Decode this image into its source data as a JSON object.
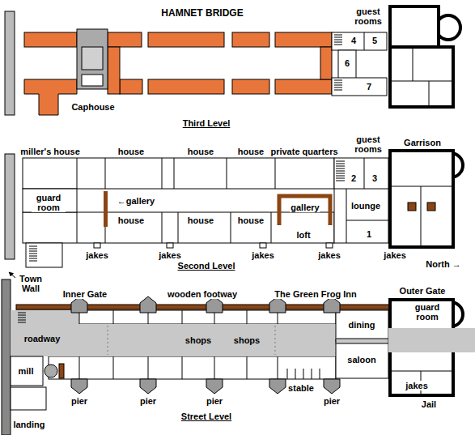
{
  "diagram": {
    "title": "HAMNET BRIDGE",
    "labels": [
      "guest rooms",
      "4",
      "5",
      "6",
      "7",
      "Caphouse",
      "Third Level",
      "Garrison",
      "guest rooms",
      "miller's house",
      "house",
      "house",
      "house",
      "private quarters",
      "2",
      "3",
      "guard room",
      "←gallery",
      "gallery",
      "lounge",
      "house",
      "house",
      "house",
      "loft",
      "1",
      "jakes",
      "jakes",
      "jakes",
      "jakes",
      "jakes",
      "Second Level",
      "North →",
      "Town Wall",
      "Inner Gate",
      "wooden footway",
      "The Green Frog Inn",
      "Outer Gate",
      "guard room",
      "dining",
      "roadway",
      "shops",
      "shops",
      "saloon",
      "mill",
      "pier",
      "pier",
      "pier",
      "stable",
      "pier",
      "jakes",
      "Jail",
      "landing",
      "Street Level"
    ]
  }
}
